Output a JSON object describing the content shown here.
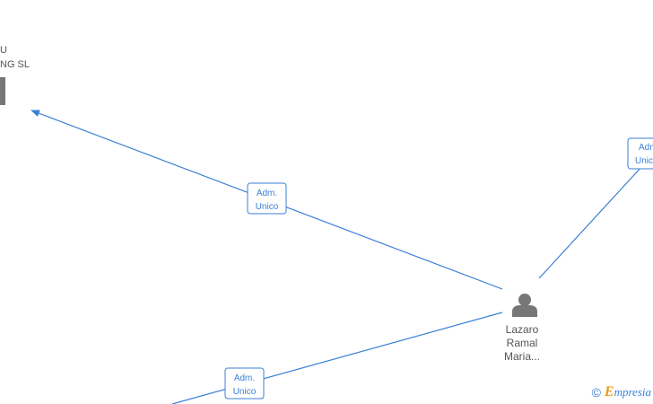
{
  "company": {
    "name_line1": "U",
    "name_line2": "NG SL"
  },
  "person": {
    "name_line1": "Lazaro",
    "name_line2": "Ramal",
    "name_line3": "Maria..."
  },
  "edges": [
    {
      "line1": "Adm.",
      "line2": "Unico"
    },
    {
      "line1": "Adm.",
      "line2": "Unico"
    },
    {
      "line1": "Adm",
      "line2": "Unico"
    }
  ],
  "watermark": {
    "copyright_symbol": "©",
    "brand_initial": "E",
    "brand_rest": "mpresia"
  },
  "colors": {
    "edge": "#3a7fd5",
    "node_text": "#555555",
    "icon": "#777777",
    "brand_accent": "#e69a1c"
  }
}
